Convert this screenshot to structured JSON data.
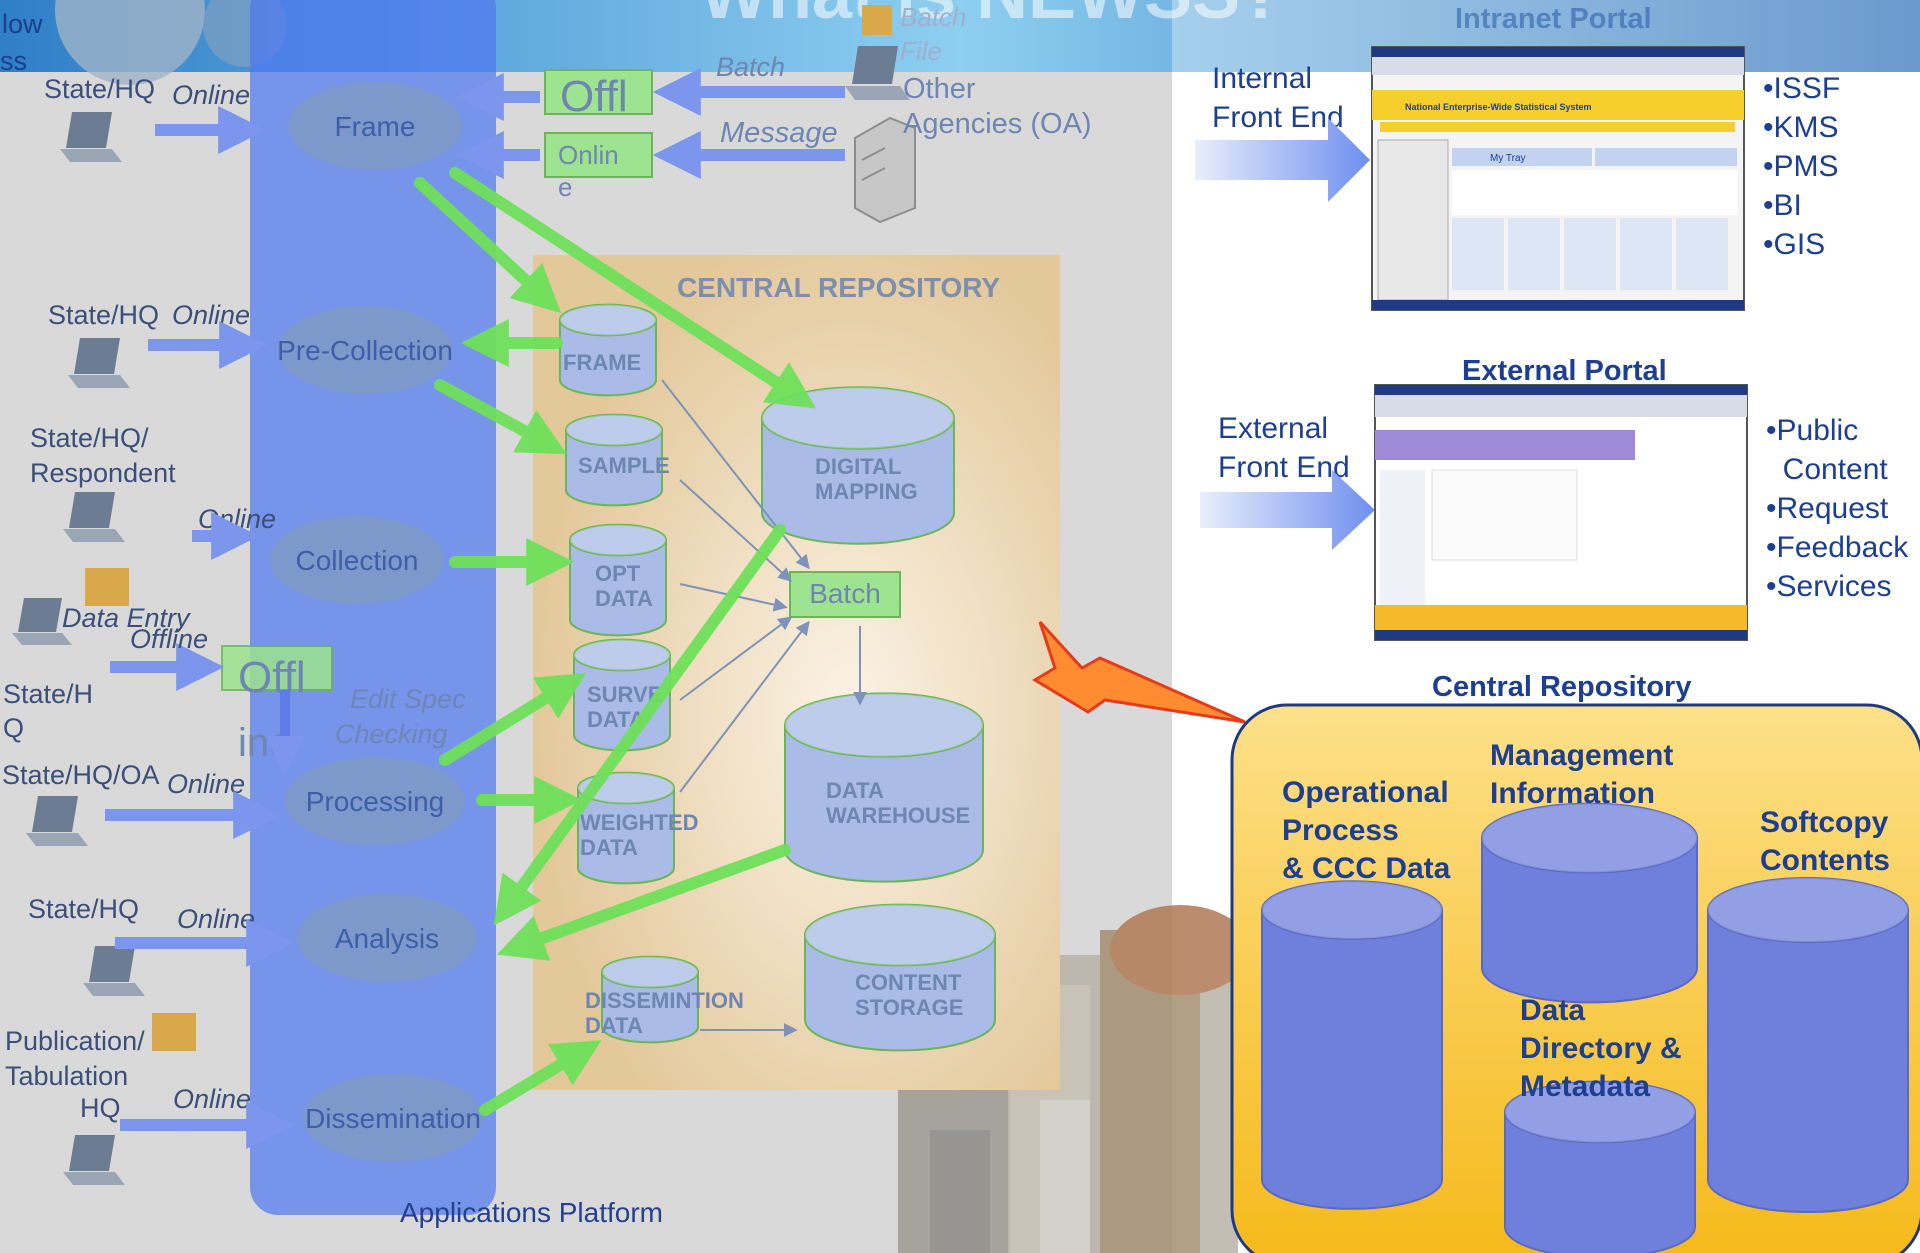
{
  "header": {
    "title": "What is NEWSS?",
    "left_clip": [
      "low",
      "ss"
    ]
  },
  "workflow": {
    "platform_label": "Applications Platform",
    "stages": [
      {
        "name": "Frame",
        "user": [
          "State/HQ"
        ],
        "mode": "Online"
      },
      {
        "name": "Pre-Collection",
        "user": [
          "State/HQ"
        ],
        "mode": "Online"
      },
      {
        "name": "Collection",
        "user": [
          "State/HQ/",
          "Respondent"
        ],
        "mode": "Online"
      },
      {
        "name": "Processing",
        "user": [
          "State/HQ/OA"
        ],
        "mode": "Online"
      },
      {
        "name": "Analysis",
        "user": [
          "State/HQ"
        ],
        "mode": "Online"
      },
      {
        "name": "Dissemination",
        "user": [
          "Publication/",
          "Tabulation",
          "HQ"
        ],
        "mode": "Online"
      }
    ],
    "data_entry": {
      "label": "Data Entry",
      "mode": "Offline",
      "user": [
        "State/H",
        "Q"
      ],
      "box": [
        "Offl",
        "ine"
      ]
    },
    "edit_spec": [
      "Edit Spec",
      "Checking"
    ],
    "external": {
      "batch_label": "Batch",
      "file_label": [
        "Batch",
        "File"
      ],
      "message_label": "Message",
      "offline_box": "Offl",
      "online_box": [
        "Onlin",
        "e"
      ],
      "source": [
        "Other",
        "Agencies (OA)"
      ]
    }
  },
  "repository": {
    "title": "CENTRAL REPOSITORY",
    "stores": [
      {
        "name": [
          "FRAME"
        ]
      },
      {
        "name": [
          "SAMPLE"
        ]
      },
      {
        "name": [
          "OPT",
          "DATA"
        ]
      },
      {
        "name": [
          "SURVE",
          "DATA"
        ]
      },
      {
        "name": [
          "WEIGHTED",
          "DATA"
        ]
      },
      {
        "name": [
          "DIGITAL",
          "MAPPING"
        ]
      },
      {
        "name": [
          "DATA",
          "WAREHOUSE"
        ]
      },
      {
        "name": [
          "DISSEMINTION",
          "DATA"
        ]
      },
      {
        "name": [
          "CONTENT",
          "STORAGE"
        ]
      }
    ],
    "batch_label": "Batch"
  },
  "portals": {
    "intranet": {
      "title": "Intranet Portal",
      "front_end": [
        "Internal",
        "Front End"
      ],
      "items": [
        "•ISSF",
        "•KMS",
        "•PMS",
        "•BI",
        "•GIS"
      ],
      "screenshot_heading": "National Enterprise-Wide Statistical System",
      "tray_label": "My Tray"
    },
    "external": {
      "title": "External Portal",
      "front_end": [
        "External",
        "Front End"
      ],
      "items": [
        "•Public",
        "  Content",
        "•Request",
        "•Feedback",
        "•Services"
      ]
    }
  },
  "central_panel": {
    "title": "Central Repository",
    "groups": [
      {
        "label": [
          "Operational",
          "Process",
          "& CCC Data"
        ]
      },
      {
        "label": [
          "Management",
          "Information"
        ]
      },
      {
        "label": [
          "Softcopy",
          "Contents"
        ]
      },
      {
        "label": [
          "Data",
          "Directory &",
          "Metadata"
        ]
      }
    ]
  },
  "colors": {
    "flow_arrow": "#6fe05a",
    "platform": "#4f79f0",
    "stage_fill": "#7e98c8",
    "user_arrow": "#7b96ec",
    "repo_panel": "#e3c89a",
    "cylinder": "#a9bbe6",
    "portal_title": "#1c3f93",
    "gold_panel": "#f7c52a",
    "gold_cylinder": "#6f7fdc"
  }
}
